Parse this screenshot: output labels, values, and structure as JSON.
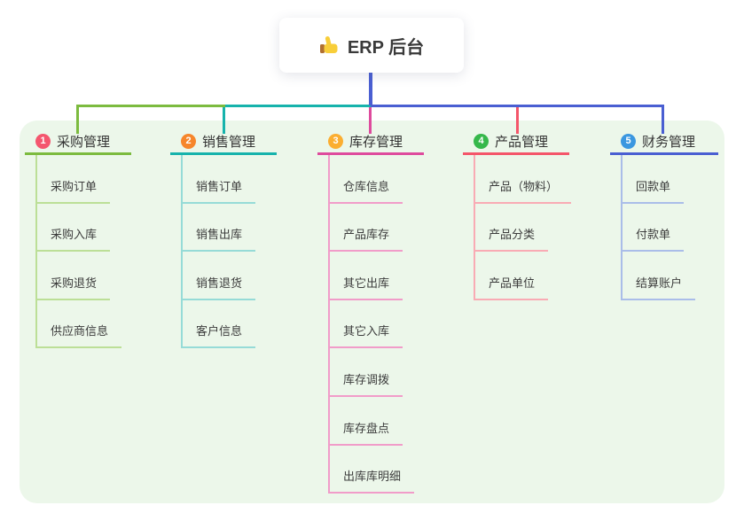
{
  "root": {
    "label": "ERP 后台",
    "icon": "thumbs-up",
    "stem_color": "#4a5fd2"
  },
  "canvas": {
    "panel_color": "#ecf7ea",
    "background_color": "#ffffff"
  },
  "branches": [
    {
      "index": "1",
      "label": "采购管理",
      "color": "#7cbb3f",
      "light_color": "#bcdf97",
      "badge_color": "#f4566e",
      "children": [
        "采购订单",
        "采购入库",
        "采购退货",
        "供应商信息"
      ]
    },
    {
      "index": "2",
      "label": "销售管理",
      "color": "#17b3ac",
      "light_color": "#96dbd7",
      "badge_color": "#f6862b",
      "children": [
        "销售订单",
        "销售出库",
        "销售退货",
        "客户信息"
      ]
    },
    {
      "index": "3",
      "label": "库存管理",
      "color": "#de4b9d",
      "light_color": "#f19cc9",
      "badge_color": "#fbae31",
      "children": [
        "仓库信息",
        "产品库存",
        "其它出库",
        "其它入库",
        "库存调拨",
        "库存盘点",
        "出库库明细"
      ]
    },
    {
      "index": "4",
      "label": "产品管理",
      "color": "#f4566a",
      "light_color": "#f9abb4",
      "badge_color": "#36b84b",
      "children": [
        "产品（物料）",
        "产品分类",
        "产品单位"
      ]
    },
    {
      "index": "5",
      "label": "财务管理",
      "color": "#4a5fd2",
      "light_color": "#aabde9",
      "badge_color": "#3b97e0",
      "children": [
        "回款单",
        "付款单",
        "结算账户"
      ]
    }
  ]
}
